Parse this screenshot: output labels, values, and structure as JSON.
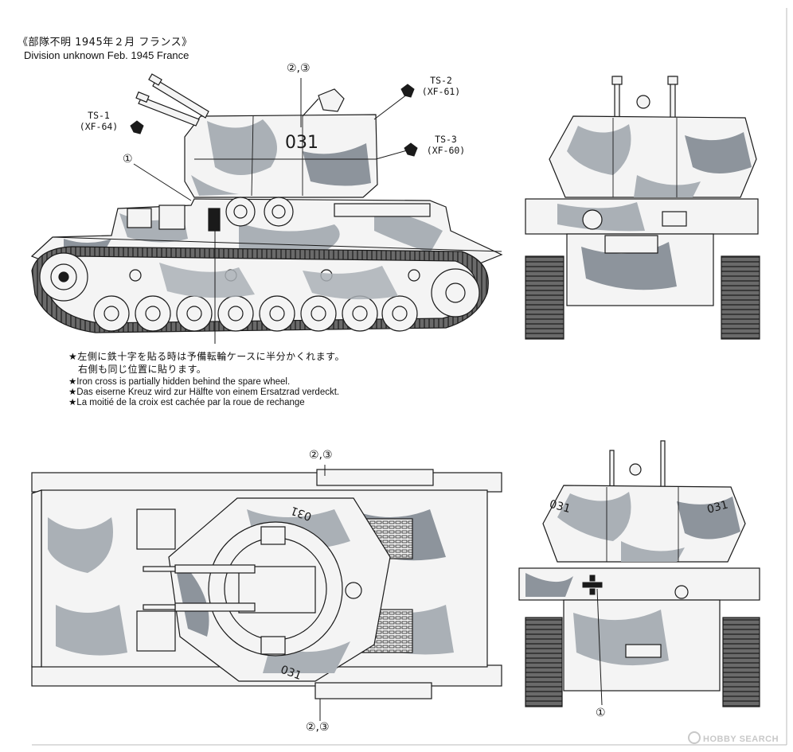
{
  "header": {
    "title_jp": "《部隊不明 1945年２月 フランス》",
    "title_en": "Division unknown Feb. 1945 France"
  },
  "paints": {
    "ts1": {
      "code": "TS-1",
      "ref": "(XF-64)"
    },
    "ts2": {
      "code": "TS-2",
      "ref": "(XF-61)"
    },
    "ts3": {
      "code": "TS-3",
      "ref": "(XF-60)"
    }
  },
  "decals": {
    "marking_1": "①",
    "marking_2_3": "②,③",
    "turret_number": "031"
  },
  "notes": {
    "jp_line1": "★左側に鉄十字を貼る時は予備転輪ケースに半分かくれます。",
    "jp_line2": "右側も同じ位置に貼ります。",
    "en": "★Iron cross is partially hidden behind the spare wheel.",
    "de": "★Das eiserne Kreuz wird zur Hälfte von einem Ersatzrad verdeckt.",
    "fr": "★La moitié de la croix est cachée par la roue de rechange"
  },
  "watermark": {
    "text": "HOBBY SEARCH"
  },
  "colors": {
    "line": "#1a1a1a",
    "snow_white": "#f4f4f4",
    "camo_gray": "#aab0b6",
    "camo_dark": "#8d949c",
    "track": "#2a2a2a"
  }
}
